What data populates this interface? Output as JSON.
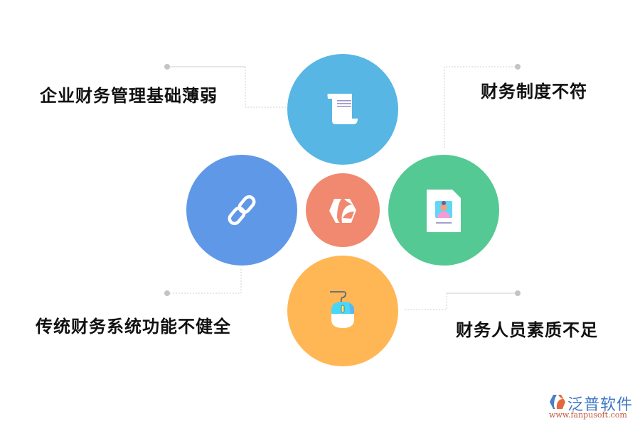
{
  "diagram": {
    "center": {
      "icon": "fanpu-logo-icon",
      "color": "#f0896f"
    },
    "items": [
      {
        "label": "企业财务管理基础薄弱",
        "icon": "scroll-document-icon",
        "color": "#57b6e3"
      },
      {
        "label": "财务制度不符",
        "icon": "profile-card-icon",
        "color": "#55c993"
      },
      {
        "label": "传统财务系统功能不健全",
        "icon": "chain-link-icon",
        "color": "#5f98e6"
      },
      {
        "label": "财务人员素质不足",
        "icon": "computer-mouse-icon",
        "color": "#ffb755"
      }
    ]
  },
  "watermark": {
    "name": "泛普软件",
    "url": "www.fanpusoft.com"
  }
}
